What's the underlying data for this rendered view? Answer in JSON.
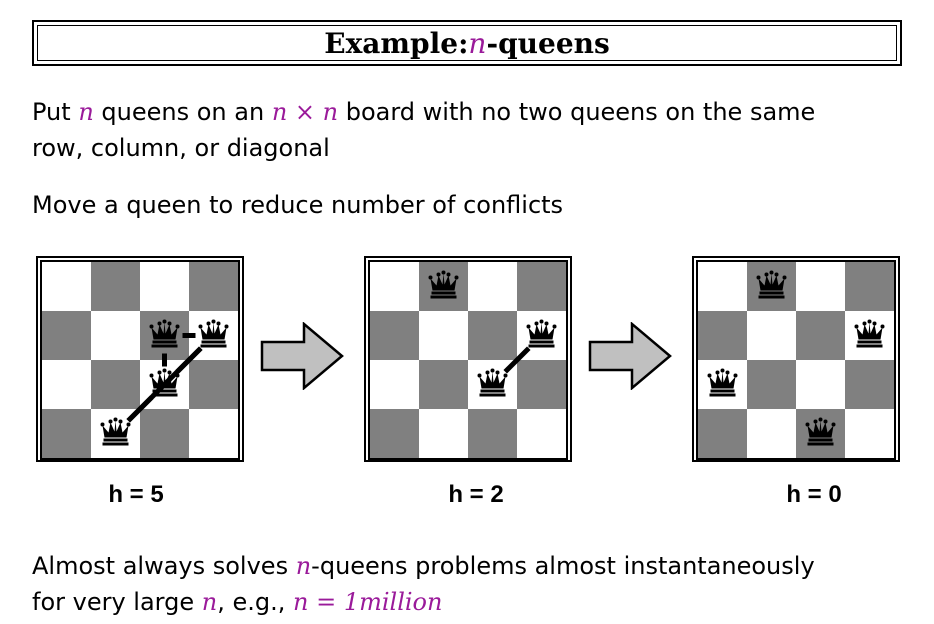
{
  "title": {
    "prefix": "Example: ",
    "var": "n",
    "suffix": "-queens"
  },
  "para1": {
    "l1_a": "Put ",
    "l1_var1": "n",
    "l1_b": " queens on an ",
    "l1_var2": "n × n",
    "l1_c": " board with no two queens on the same",
    "l2": "row, column, or diagonal"
  },
  "para2": "Move a queen to reduce number of conflicts",
  "boards": [
    {
      "label": "h = 5",
      "queens": [
        [
          1,
          3
        ],
        [
          2,
          1
        ],
        [
          3,
          1
        ],
        [
          2,
          2
        ]
      ],
      "conflict_lines": true
    },
    {
      "label": "h = 2",
      "queens": [
        [
          1,
          0
        ],
        [
          3,
          1
        ],
        [
          2,
          2
        ]
      ],
      "conflict_lines": true
    },
    {
      "label": "h = 0",
      "queens": [
        [
          1,
          0
        ],
        [
          3,
          1
        ],
        [
          0,
          2
        ],
        [
          2,
          3
        ]
      ],
      "conflict_lines": false
    }
  ],
  "para3": {
    "l1_a": "Almost always solves ",
    "l1_var": "n",
    "l1_b": "-queens problems almost instantaneously",
    "l2_a": "for very large ",
    "l2_var": "n",
    "l2_b": ", e.g., ",
    "l2_expr": "n = 1million"
  },
  "colors": {
    "dark_square": "#808080",
    "light_square": "#ffffff",
    "math": "#9a1a9a",
    "arrow_fill": "#c0c0c0"
  }
}
